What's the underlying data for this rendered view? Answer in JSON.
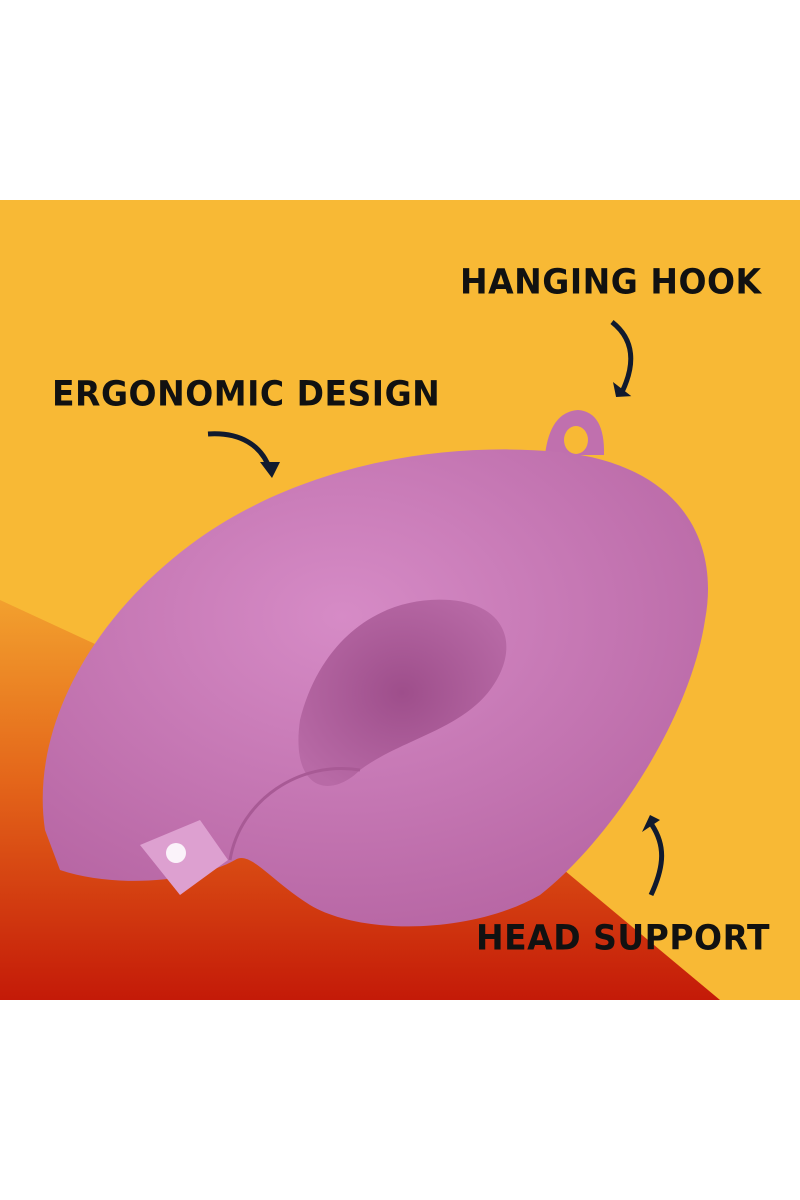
{
  "labels": {
    "hanging_hook": "HANGING HOOK",
    "ergonomic_design": "ERGONOMIC DESIGN",
    "head_support": "HEAD SUPPORT"
  },
  "colors": {
    "background_yellow": "#F8B935",
    "background_orange": "#EE8A22",
    "background_red": "#C41A08",
    "pillow_pink": "#C77AB6",
    "text": "#111111"
  }
}
